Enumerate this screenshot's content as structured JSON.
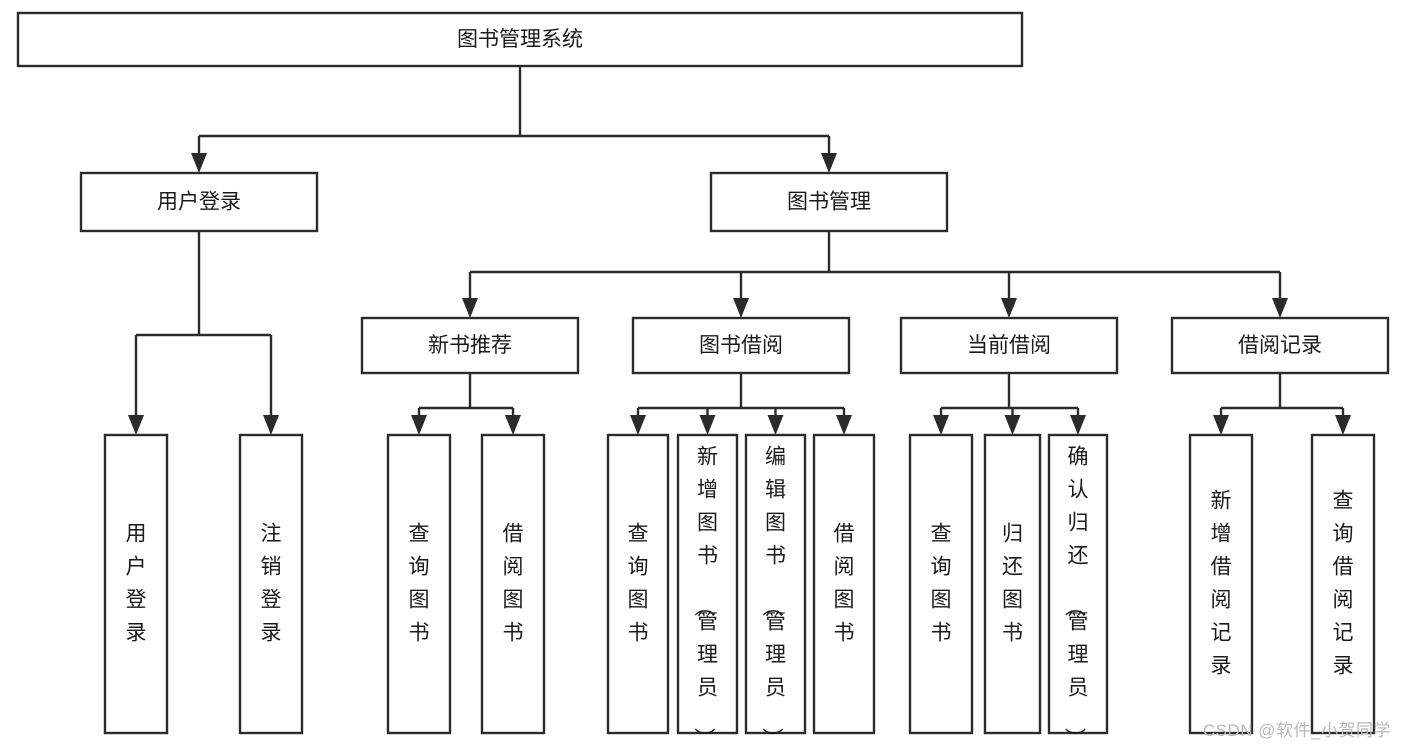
{
  "diagram": {
    "type": "tree",
    "title": "图书管理系统",
    "watermark": "CSDN @软件_小贺同学",
    "colors": {
      "stroke": "#2b2b2b",
      "fill": "#ffffff",
      "text": "#1a1a1a",
      "watermark": "#b8b8b8",
      "background": "#ffffff"
    },
    "nodes": {
      "root": {
        "label": "图书管理系统",
        "orientation": "horizontal"
      },
      "level2": [
        {
          "id": "user-login",
          "label": "用户登录",
          "orientation": "horizontal"
        },
        {
          "id": "book-manage",
          "label": "图书管理",
          "orientation": "horizontal"
        }
      ],
      "level3": [
        {
          "id": "new-book-recommend",
          "label": "新书推荐",
          "orientation": "horizontal"
        },
        {
          "id": "book-borrow",
          "label": "图书借阅",
          "orientation": "horizontal"
        },
        {
          "id": "current-borrow",
          "label": "当前借阅",
          "orientation": "horizontal"
        },
        {
          "id": "borrow-record",
          "label": "借阅记录",
          "orientation": "horizontal"
        }
      ],
      "leaves": {
        "user-login": [
          {
            "id": "leaf-user-login",
            "label": "用户登录",
            "orientation": "vertical"
          },
          {
            "id": "leaf-logout-login",
            "label": "注销登录",
            "orientation": "vertical"
          }
        ],
        "new-book-recommend": [
          {
            "id": "leaf-query-book-1",
            "label": "查询图书",
            "orientation": "vertical"
          },
          {
            "id": "leaf-borrow-book-1",
            "label": "借阅图书",
            "orientation": "vertical"
          }
        ],
        "book-borrow": [
          {
            "id": "leaf-query-book-2",
            "label": "查询图书",
            "orientation": "vertical"
          },
          {
            "id": "leaf-add-book-admin",
            "label": "新增图书（管理员）",
            "orientation": "vertical"
          },
          {
            "id": "leaf-edit-book-admin",
            "label": "编辑图书（管理员）",
            "orientation": "vertical"
          },
          {
            "id": "leaf-borrow-book-2",
            "label": "借阅图书",
            "orientation": "vertical"
          }
        ],
        "current-borrow": [
          {
            "id": "leaf-query-book-3",
            "label": "查询图书",
            "orientation": "vertical"
          },
          {
            "id": "leaf-return-book",
            "label": "归还图书",
            "orientation": "vertical"
          },
          {
            "id": "leaf-confirm-return-admin",
            "label": "确认归还（管理员）",
            "orientation": "vertical"
          }
        ],
        "borrow-record": [
          {
            "id": "leaf-add-borrow-record",
            "label": "新增借阅记录",
            "orientation": "vertical"
          },
          {
            "id": "leaf-query-borrow-record",
            "label": "查询借阅记录",
            "orientation": "vertical"
          }
        ]
      }
    }
  }
}
